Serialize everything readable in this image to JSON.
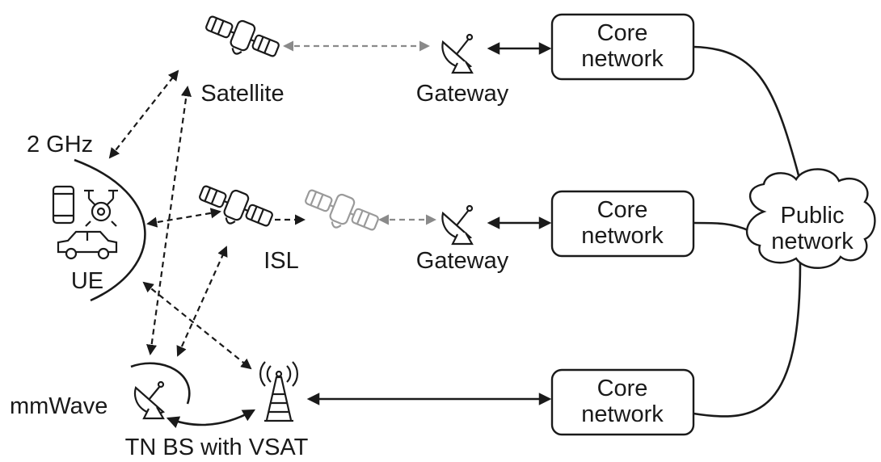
{
  "labels": {
    "satellite": "Satellite",
    "gateway_top": "Gateway",
    "gateway_mid": "Gateway",
    "core_top_1": "Core",
    "core_top_2": "network",
    "core_mid_1": "Core",
    "core_mid_2": "network",
    "core_bot_1": "Core",
    "core_bot_2": "network",
    "public_1": "Public",
    "public_2": "network",
    "freq": "2 GHz",
    "ue": "UE",
    "isl": "ISL",
    "mmwave": "mmWave",
    "tn_bs": "TN BS with VSAT"
  },
  "colors": {
    "ink": "#1a1a1a",
    "faded": "#9a9a9a"
  },
  "icons": [
    "satellite-icon",
    "satellite-dish-icon",
    "smartphone-icon",
    "drone-icon",
    "car-icon",
    "cell-tower-icon",
    "cloud-icon"
  ]
}
